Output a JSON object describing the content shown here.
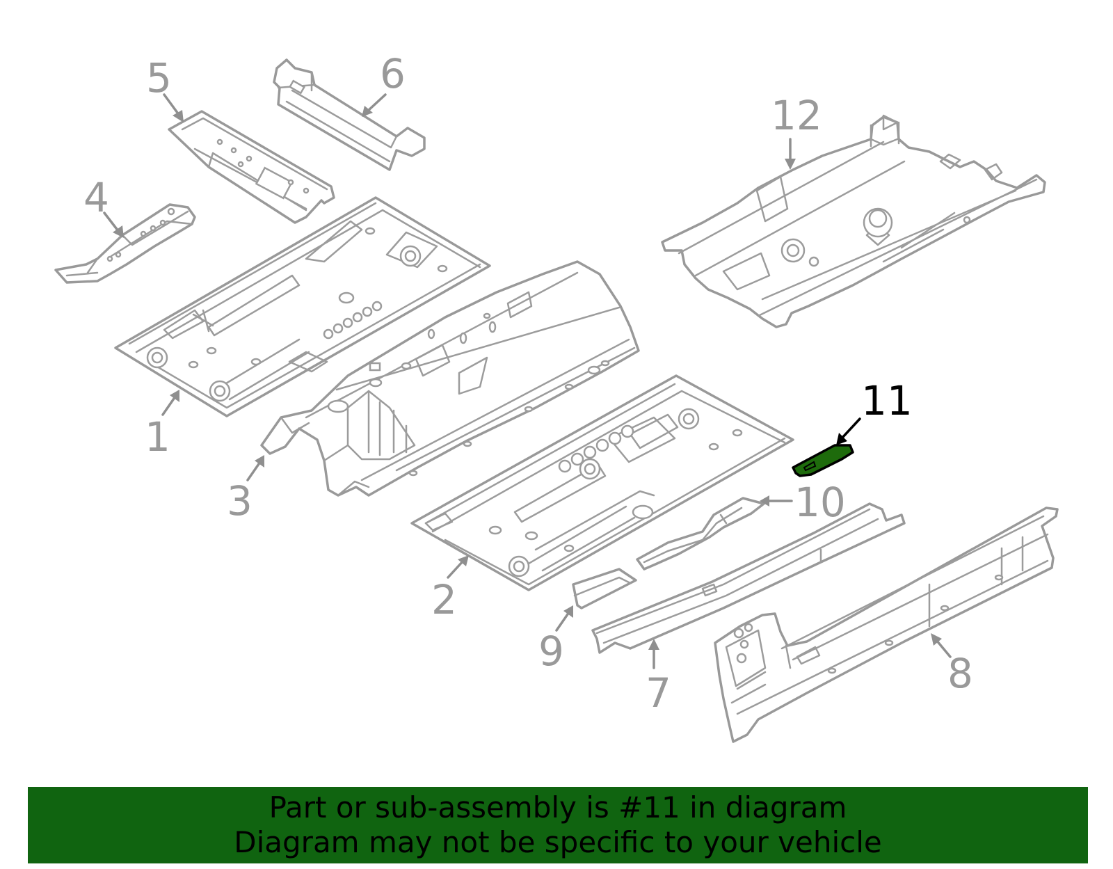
{
  "diagram": {
    "callouts": {
      "c1": "1",
      "c2": "2",
      "c3": "3",
      "c4": "4",
      "c5": "5",
      "c6": "6",
      "c7": "7",
      "c8": "8",
      "c9": "9",
      "c10": "10",
      "c11": "11",
      "c12": "12"
    },
    "highlighted_part": "11"
  },
  "banner": {
    "line1": "Part or sub-assembly is #11 in diagram",
    "line2": "Diagram may not be specific to your vehicle"
  },
  "colors": {
    "highlight_fill": "#1e6b0c",
    "banner_background": "#106410",
    "part_outline": "#999999",
    "highlight_label": "#000000"
  }
}
